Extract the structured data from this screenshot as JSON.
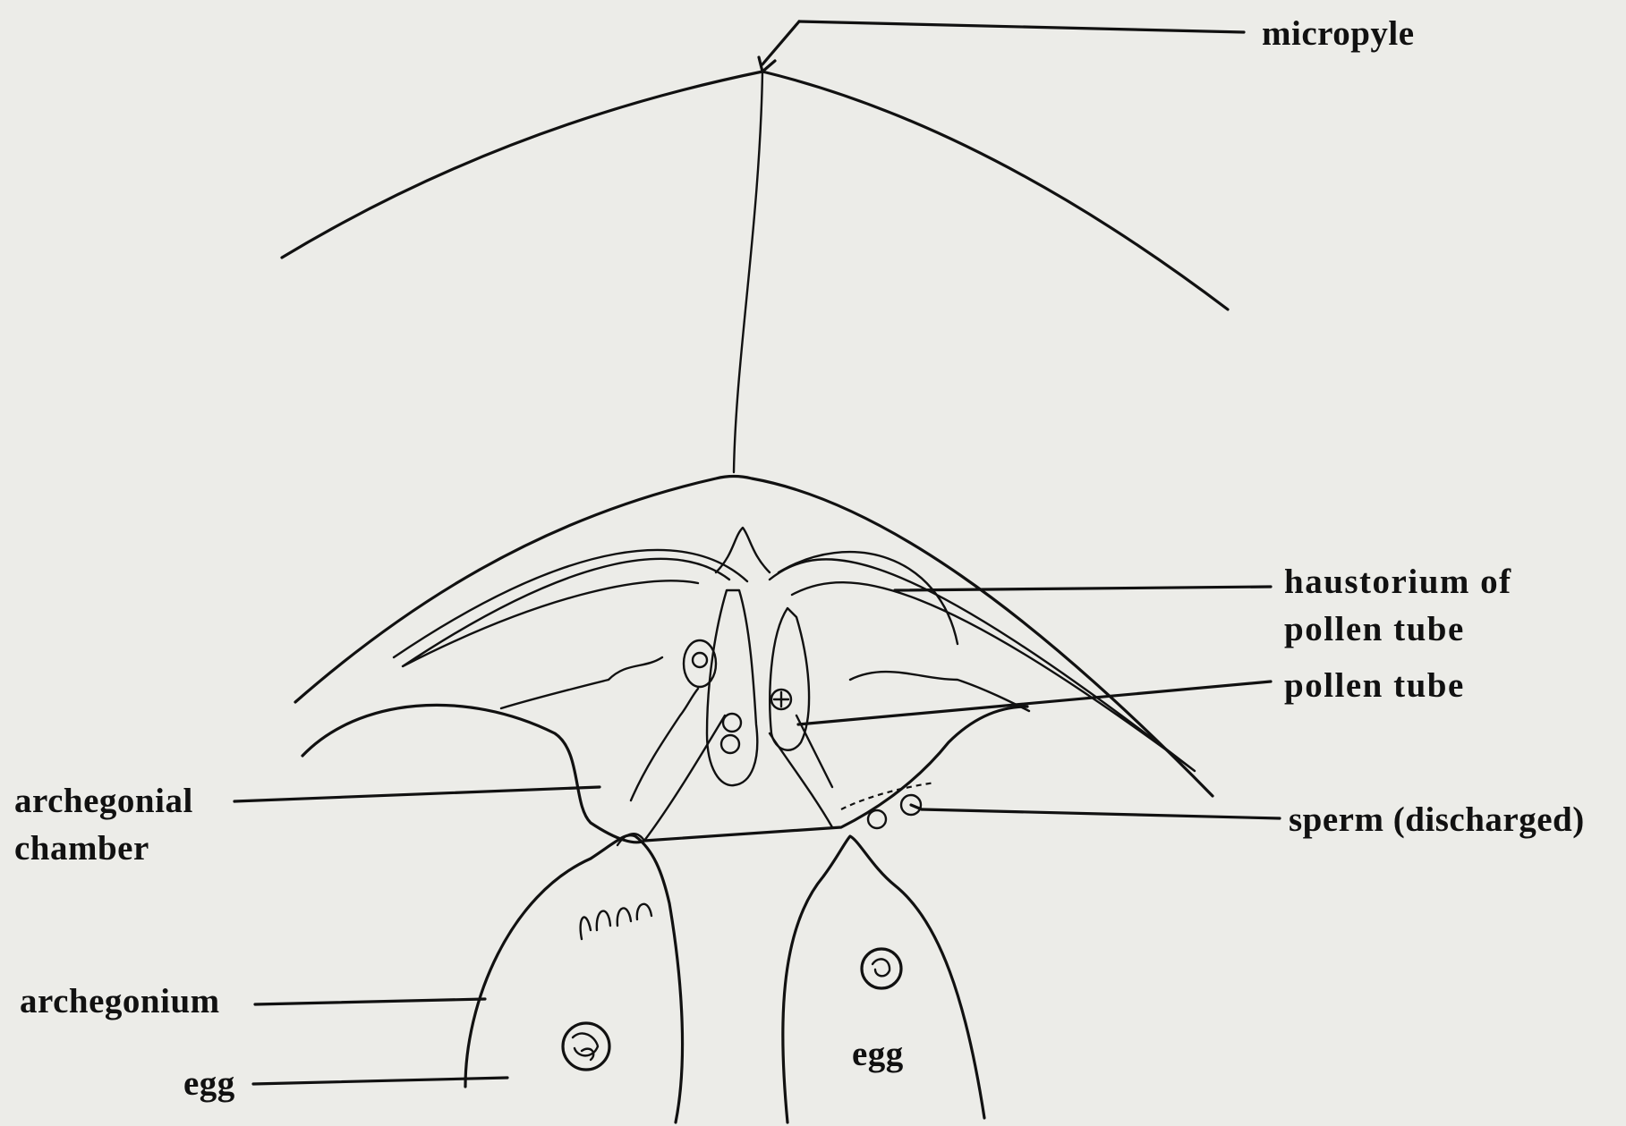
{
  "labels": {
    "micropyle": "micropyle",
    "haustorium_line1": "haustorium of",
    "haustorium_line2": "pollen tube",
    "pollen_tube": "pollen tube",
    "sperm_discharged": "sperm (discharged)",
    "archegonial_line1": "archegonial",
    "archegonial_line2": "chamber",
    "archegonium": "archegonium",
    "egg_left": "egg",
    "egg_right": "egg"
  },
  "colors": {
    "background": "#ecece8",
    "ink": "#111111"
  }
}
